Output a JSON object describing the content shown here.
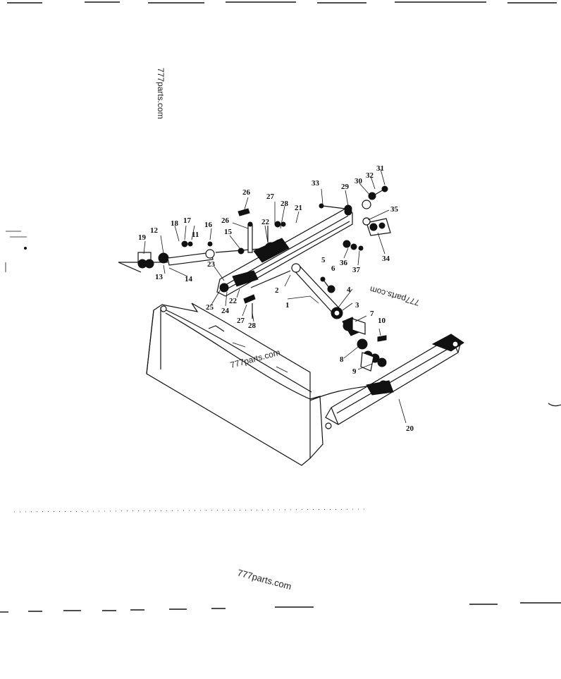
{
  "watermarks": {
    "vertical_left": "777parts.com",
    "middle": "777parts.com",
    "rotated_right": "777parts.com",
    "bottom": "777parts.com"
  },
  "part_labels": [
    "1",
    "2",
    "3",
    "4",
    "5",
    "6",
    "7",
    "8",
    "9",
    "10",
    "11",
    "12",
    "13",
    "14",
    "15",
    "16",
    "17",
    "18",
    "19",
    "20",
    "21",
    "22",
    "23",
    "24",
    "25",
    "26",
    "27",
    "28",
    "29",
    "30",
    "31",
    "32",
    "33",
    "34",
    "35",
    "36",
    "37"
  ],
  "labels": {
    "l1": "1",
    "l2": "2",
    "l3": "3",
    "l4": "4",
    "l5": "5",
    "l6": "6",
    "l7": "7",
    "l8": "8",
    "l9": "9",
    "l10": "10",
    "l11": "11",
    "l12": "12",
    "l13": "13",
    "l14": "14",
    "l15": "15",
    "l16": "16",
    "l17": "17",
    "l18": "18",
    "l19": "19",
    "l20": "20",
    "l21": "21",
    "l22a": "22",
    "l22b": "22",
    "l23": "23",
    "l24": "24",
    "l25": "25",
    "l26a": "26",
    "l26b": "26",
    "l27a": "27",
    "l27b": "27",
    "l28a": "28",
    "l28b": "28",
    "l29": "29",
    "l30": "30",
    "l31": "31",
    "l32": "32",
    "l33": "33",
    "l34": "34",
    "l35": "35",
    "l36": "36",
    "l37": "37"
  }
}
